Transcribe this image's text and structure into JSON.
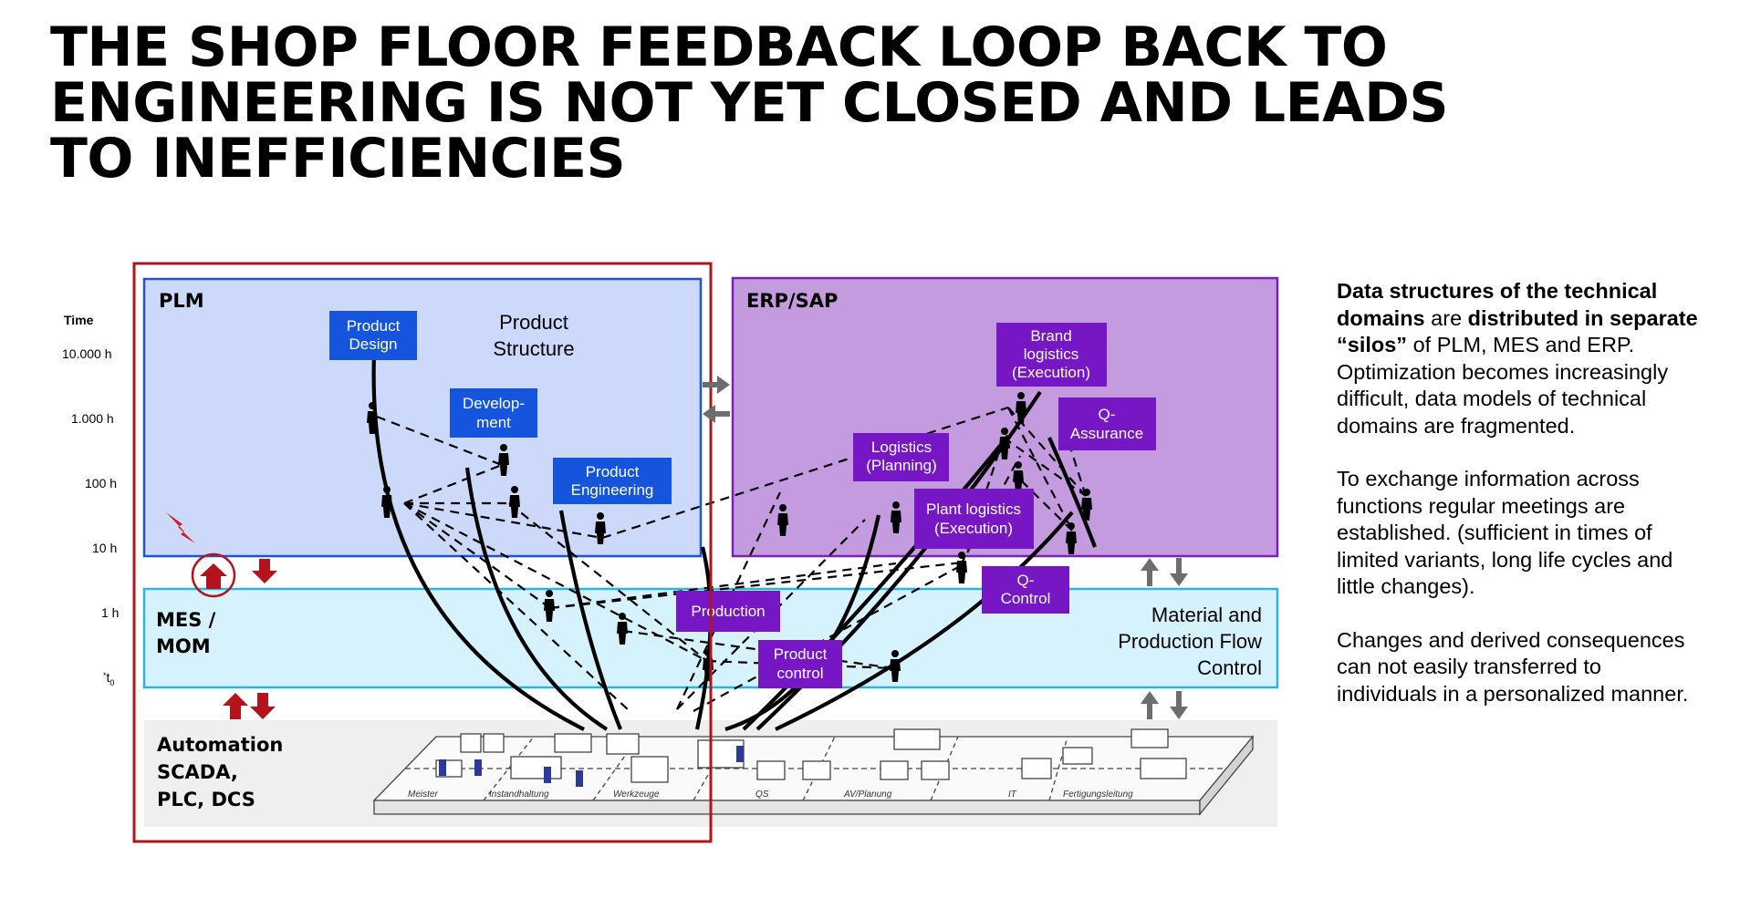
{
  "title": {
    "line1": "THE SHOP FLOOR FEEDBACK LOOP BACK TO",
    "line2": "ENGINEERING IS NOT YET CLOSED AND LEADS",
    "line3": "TO INEFFICIENCIES"
  },
  "time_axis": {
    "label": "Time",
    "ticks": [
      "10.000 h",
      "1.000 h",
      "100 h",
      "10 h",
      "1 h"
    ],
    "t0": "t",
    "t0_prefix": "*",
    "t0_sub": "0"
  },
  "plm": {
    "label": "PLM",
    "structure_line1": "Product",
    "structure_line2": "Structure",
    "product_design": [
      "Product",
      "Design"
    ],
    "development": [
      "Develop-",
      "ment"
    ],
    "product_engineering": [
      "Product",
      "Engineering"
    ]
  },
  "erp": {
    "label": "ERP/SAP",
    "brand_logistics": [
      "Brand",
      "logistics",
      "(Execution)"
    ],
    "q_assurance": [
      "Q-",
      "Assurance"
    ],
    "logistics_planning": [
      "Logistics",
      "(Planning)"
    ],
    "plant_logistics": [
      "Plant logistics",
      "(Execution)"
    ]
  },
  "mes": {
    "label_line1": "MES /",
    "label_line2": "MOM",
    "production": "Production",
    "product_control": [
      "Product",
      "control"
    ],
    "q_control": [
      "Q-",
      "Control"
    ],
    "material_flow": [
      "Material and",
      "Production Flow",
      "Control"
    ]
  },
  "automation": {
    "label_line1": "Automation",
    "label_line2": "SCADA,",
    "label_line3": "PLC, DCS",
    "floor_sections": [
      "Meister",
      "Instandhaltung",
      "Werkzeuge",
      "QS",
      "AV/Planung",
      "IT",
      "Fertigungsleitung"
    ]
  },
  "side_text": {
    "p1_bold1": "Data structures of the technical domains",
    "p1_mid1": " are ",
    "p1_bold2": "distributed in separate “silos”",
    "p1_rest": " of PLM, MES and ERP. Optimization becomes increasingly difficult, data models of technical domains are fragmented.",
    "p2": "To exchange information across functions regular meetings are established. (sufficient in times of limited variants, long life cycles and little changes).",
    "p3": "Changes and derived consequences can not easily transferred to individuals in a personalized manner."
  },
  "colors": {
    "plm_fill": "#cdd9fb",
    "plm_border": "#1f52d6",
    "plm_node": "#1555dd",
    "erp_fill": "#c59be0",
    "erp_border": "#7a1fb8",
    "erp_node": "#7616c4",
    "mes_fill": "#d6f3fd",
    "mes_border": "#2cb5e0",
    "red_frame": "#b3141b",
    "gray_arrow": "#6d6d6d"
  }
}
